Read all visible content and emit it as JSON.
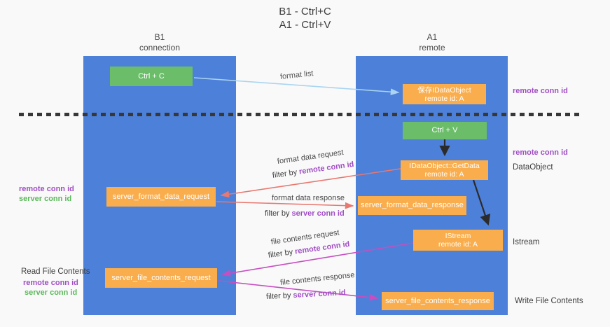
{
  "title": {
    "line1": "B1 - Ctrl+C",
    "line2": "A1 - Ctrl+V"
  },
  "lanes": {
    "left": {
      "name": "B1",
      "role": "connection"
    },
    "right": {
      "name": "A1",
      "role": "remote"
    }
  },
  "nodes": {
    "ctrl_c": {
      "label": "Ctrl + C"
    },
    "ctrl_v": {
      "label": "Ctrl + V"
    },
    "store_dataobject": {
      "line1": "保存IDataObject",
      "line2": "remote id: A"
    },
    "getdata": {
      "line1": "IDataObject::GetData",
      "line2": "remote id: A"
    },
    "istream": {
      "line1": "IStream",
      "line2": "remote id: A"
    },
    "format_request": {
      "label": "server_format_data_request"
    },
    "format_response": {
      "label": "server_format_data_response"
    },
    "file_request": {
      "label": "server_file_contents_request"
    },
    "file_response": {
      "label": "server_file_contents_response"
    }
  },
  "arrow_labels": {
    "format_list": "format list",
    "format_data_request": {
      "label": "format data request",
      "prefix": "filter by ",
      "key": "remote conn id"
    },
    "format_data_response": {
      "label": "format data response",
      "prefix": "filter by ",
      "key": "server conn id"
    },
    "file_contents_request": {
      "label": "file contents request",
      "prefix": "filter by ",
      "key": "remote conn id"
    },
    "file_contents_response": {
      "label": "file contents response",
      "prefix": "filter by ",
      "key": "server conn id"
    }
  },
  "side_labels": {
    "right_top_remote_conn": "remote conn id",
    "right_mid_remote_conn": "remote conn id",
    "dataobject": "DataObject",
    "istream": "Istream",
    "write_file_contents": "Write File Contents",
    "left_remote_conn": "remote conn id",
    "left_server_conn": "server conn id",
    "read_file_contents": "Read File Contents",
    "left_bottom_remote_conn": "remote conn id",
    "left_bottom_server_conn": "server conn id"
  },
  "colors": {
    "lane_blue": "#4d80d8",
    "box_orange": "#f9ad4c",
    "box_green": "#6bbd6a",
    "arrow_salmon": "#e87870",
    "arrow_magenta": "#c74ec2",
    "arrow_lightblue": "#aad4f2",
    "arrow_black": "#2b2b2b",
    "text_purple": "#a04ec4",
    "text_green": "#5cb85c"
  }
}
